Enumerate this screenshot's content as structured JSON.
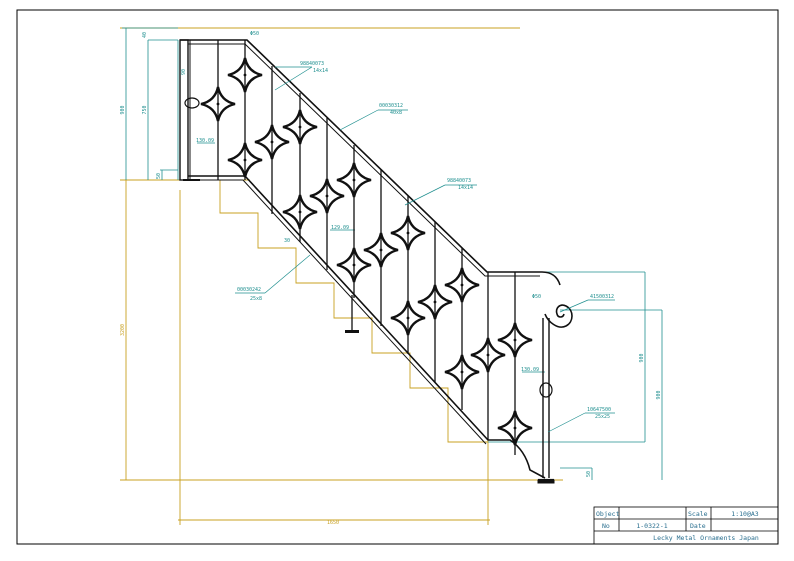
{
  "colors": {
    "frame": "#000000",
    "drawing": "#111111",
    "dimension_teal": "#1f8f8f",
    "dimension_gold": "#c8a020",
    "callout": "#1f8f8f",
    "titleblock_text": "#2a6f8f"
  },
  "dimensions": {
    "top_offset": "40",
    "left_total": "900",
    "left_rail": "750",
    "left_post_gap": "50",
    "left_rail_inner": "90",
    "height_total": "3200",
    "length_total": "1650",
    "right_total": "900",
    "right_rail": "900",
    "right_post_gap": "50"
  },
  "callouts": {
    "top_post_size": "Φ50",
    "spindle_gap_top": "130.09",
    "spindle_gap_mid": "129.09",
    "spindle_gap_bottom": "130.09",
    "bottom_post_size": "Φ50",
    "small_pitch": "30",
    "upper_spindle_code": "98840073",
    "upper_spindle_size": "14x14",
    "handrail_code": "00030312",
    "handrail_size": "40x8",
    "middle_spindle_code": "98840073",
    "middle_spindle_size": "14x14",
    "stringer_code": "00030242",
    "stringer_size": "25x8",
    "volute_code": "41500312",
    "newel_code": "10647500",
    "newel_size": "25x25"
  },
  "title_block": {
    "object_label": "Object",
    "object_value": "",
    "scale_label": "Scale",
    "scale_value": "1:10@A3",
    "no_label": "No",
    "no_value": "1-0322-1",
    "date_label": "Date",
    "date_value": "",
    "company": "Lecky Metal Ornaments Japan"
  }
}
